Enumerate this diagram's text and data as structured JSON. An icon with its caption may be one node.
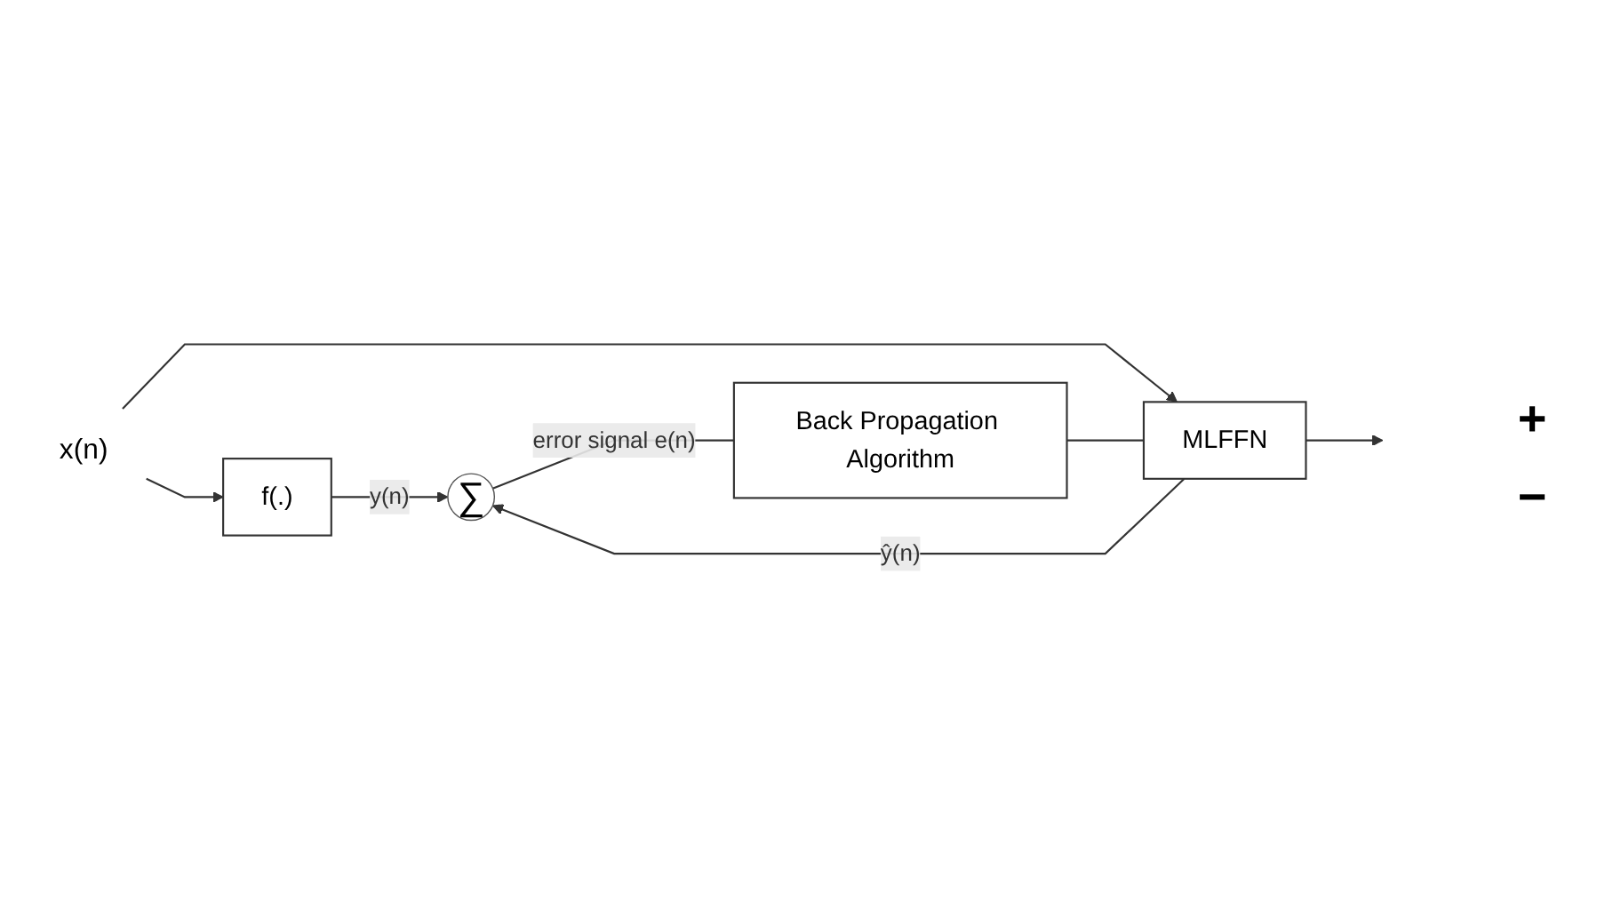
{
  "diagram": {
    "nodes": [
      {
        "text": [
          "x(n)"
        ]
      },
      {
        "text": [
          "f(.)"
        ]
      },
      {
        "text": [
          "MLFFN"
        ]
      },
      {
        "text": [
          "∑"
        ]
      },
      {
        "text": [
          "Back Propagation Algorithm"
        ]
      }
    ],
    "edges": [
      {
        "from": 0,
        "to": 1,
        "arrow": "to"
      },
      {
        "from": 0,
        "to": 2,
        "arrow": "to"
      },
      {
        "from": 1,
        "to": 3,
        "label": "y(n)",
        "arrow": "to"
      },
      {
        "from": 2,
        "to": 3,
        "label": "ŷ(n)",
        "arrow": "to"
      },
      {
        "from": 3,
        "to": 4,
        "label": "error signal e(n)",
        "arrow": "none"
      },
      {
        "from": 4,
        "to": 2,
        "arrow": "none"
      },
      {
        "from": 2,
        "to": null,
        "arrow": "to"
      }
    ],
    "labels": [
      "+",
      "−"
    ]
  }
}
